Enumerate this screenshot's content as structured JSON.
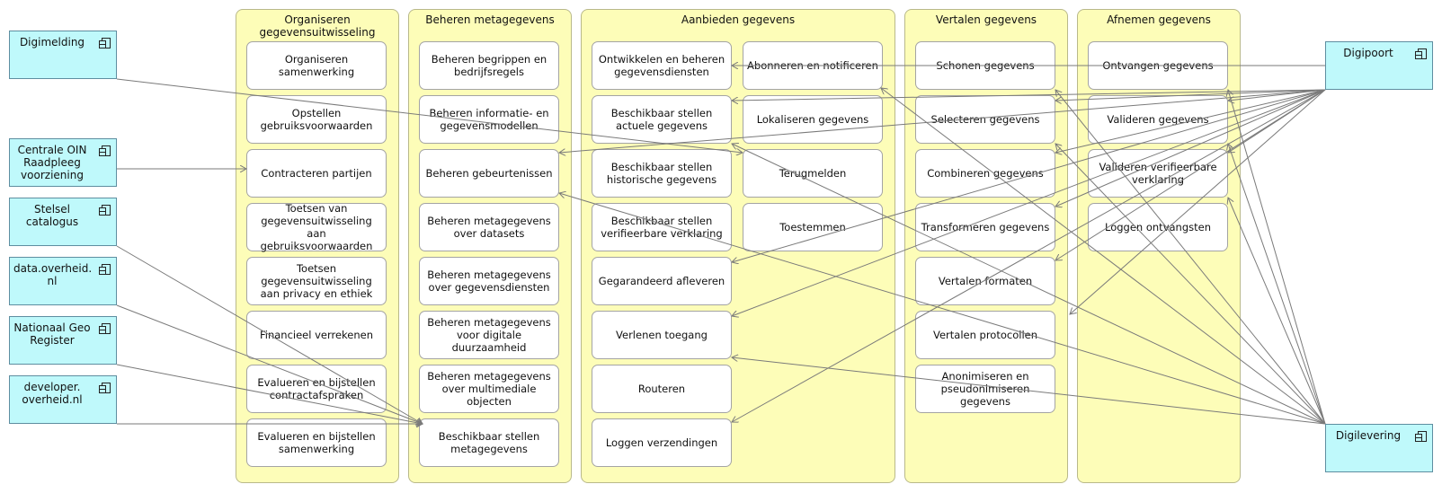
{
  "groups": {
    "org": {
      "title": "Organiseren gegevensuitwisseling",
      "items": [
        "Organiseren samenwerking",
        "Opstellen gebruiksvoorwaarden",
        "Contracteren partijen",
        "Toetsen van gegevensuitwisseling aan gebruiksvoorwaarden",
        "Toetsen gegevensuitwisseling aan privacy en ethiek",
        "Financieel verrekenen",
        "Evalueren en bijstellen contractafspraken",
        "Evalueren en bijstellen samenwerking"
      ]
    },
    "meta": {
      "title": "Beheren metagegevens",
      "items": [
        "Beheren begrippen en bedrijfsregels",
        "Beheren informatie- en gegevensmodellen",
        "Beheren gebeurtenissen",
        "Beheren metagegevens over datasets",
        "Beheren metagegevens over gegevensdiensten",
        "Beheren metagegevens voor digitale duurzaamheid",
        "Beheren metagegevens over multimediale objecten",
        "Beschikbaar stellen metagegevens"
      ]
    },
    "aanb": {
      "title": "Aanbieden gegevens",
      "left": [
        "Ontwikkelen en beheren gegevensdiensten",
        "Beschikbaar stellen actuele gegevens",
        "Beschikbaar stellen historische gegevens",
        "Beschikbaar stellen verifieerbare verklaring",
        "Gegarandeerd afleveren",
        "Verlenen toegang",
        "Routeren",
        "Loggen verzendingen"
      ],
      "right": [
        "Abonneren en notificeren",
        "Lokaliseren gegevens",
        "Terugmelden",
        "Toestemmen"
      ]
    },
    "vert": {
      "title": "Vertalen gegevens",
      "items": [
        "Schonen gegevens",
        "Selecteren gegevens",
        "Combineren gegevens",
        "Transformeren gegevens",
        "Vertalen formaten",
        "Vertalen protocollen",
        "Anonimiseren en pseudonimiseren gegevens"
      ]
    },
    "afn": {
      "title": "Afnemen gegevens",
      "items": [
        "Ontvangen gegevens",
        "Valideren gegevens",
        "Valideren verifieerbare verklaring",
        "Loggen ontvangsten"
      ]
    }
  },
  "apps": [
    "Digimelding",
    "Centrale OIN Raadpleeg voorziening",
    "Stelsel catalogus",
    "data.overheid. nl",
    "Nationaal Geo Register",
    "developer. overheid.nl",
    "Digipoort",
    "Digilevering"
  ],
  "colors": {
    "group_fill": "#fdfdb8",
    "app_fill": "#bff9fb",
    "function_fill": "#ffffff",
    "line": "#7a7a7a"
  },
  "icons": {
    "application_component": "component-icon"
  }
}
